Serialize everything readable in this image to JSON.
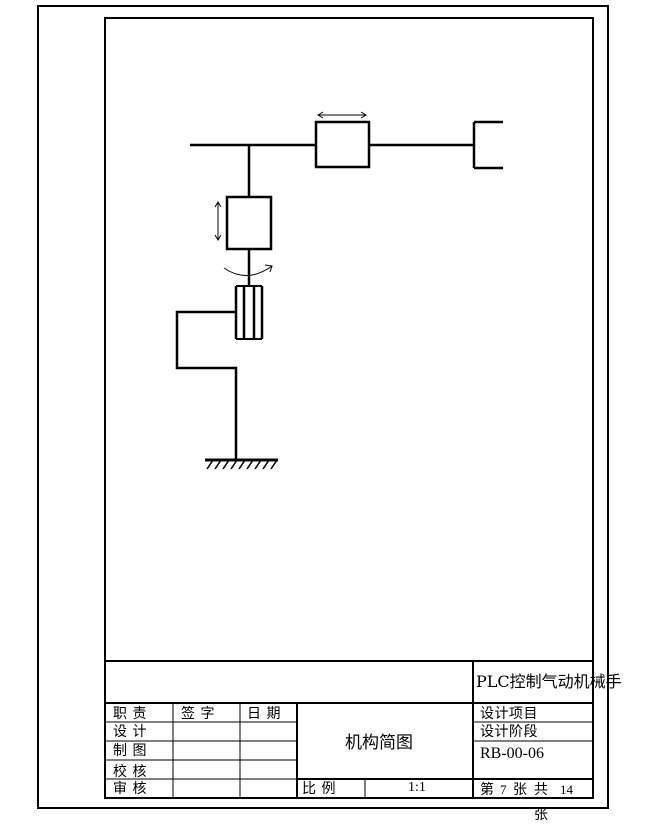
{
  "title_block": {
    "project_title": "PLC控制气动机械手",
    "drawing_name": "机构简图",
    "column_headers": {
      "role": "职  责",
      "signature": "签  字",
      "date": "日  期"
    },
    "roles": [
      "设  计",
      "制  图",
      "校  核",
      "审  核"
    ],
    "design_project_label": "设计项目",
    "design_stage_label": "设计阶段",
    "drawing_number": "RB-00-06",
    "scale_label": "比  例",
    "scale_value": "1:1",
    "sheet_prefix": "第",
    "sheet_number": "7",
    "sheet_of": "张",
    "sheet_total_prefix": "共",
    "sheet_total": "14",
    "sheet_suffix": "张"
  }
}
